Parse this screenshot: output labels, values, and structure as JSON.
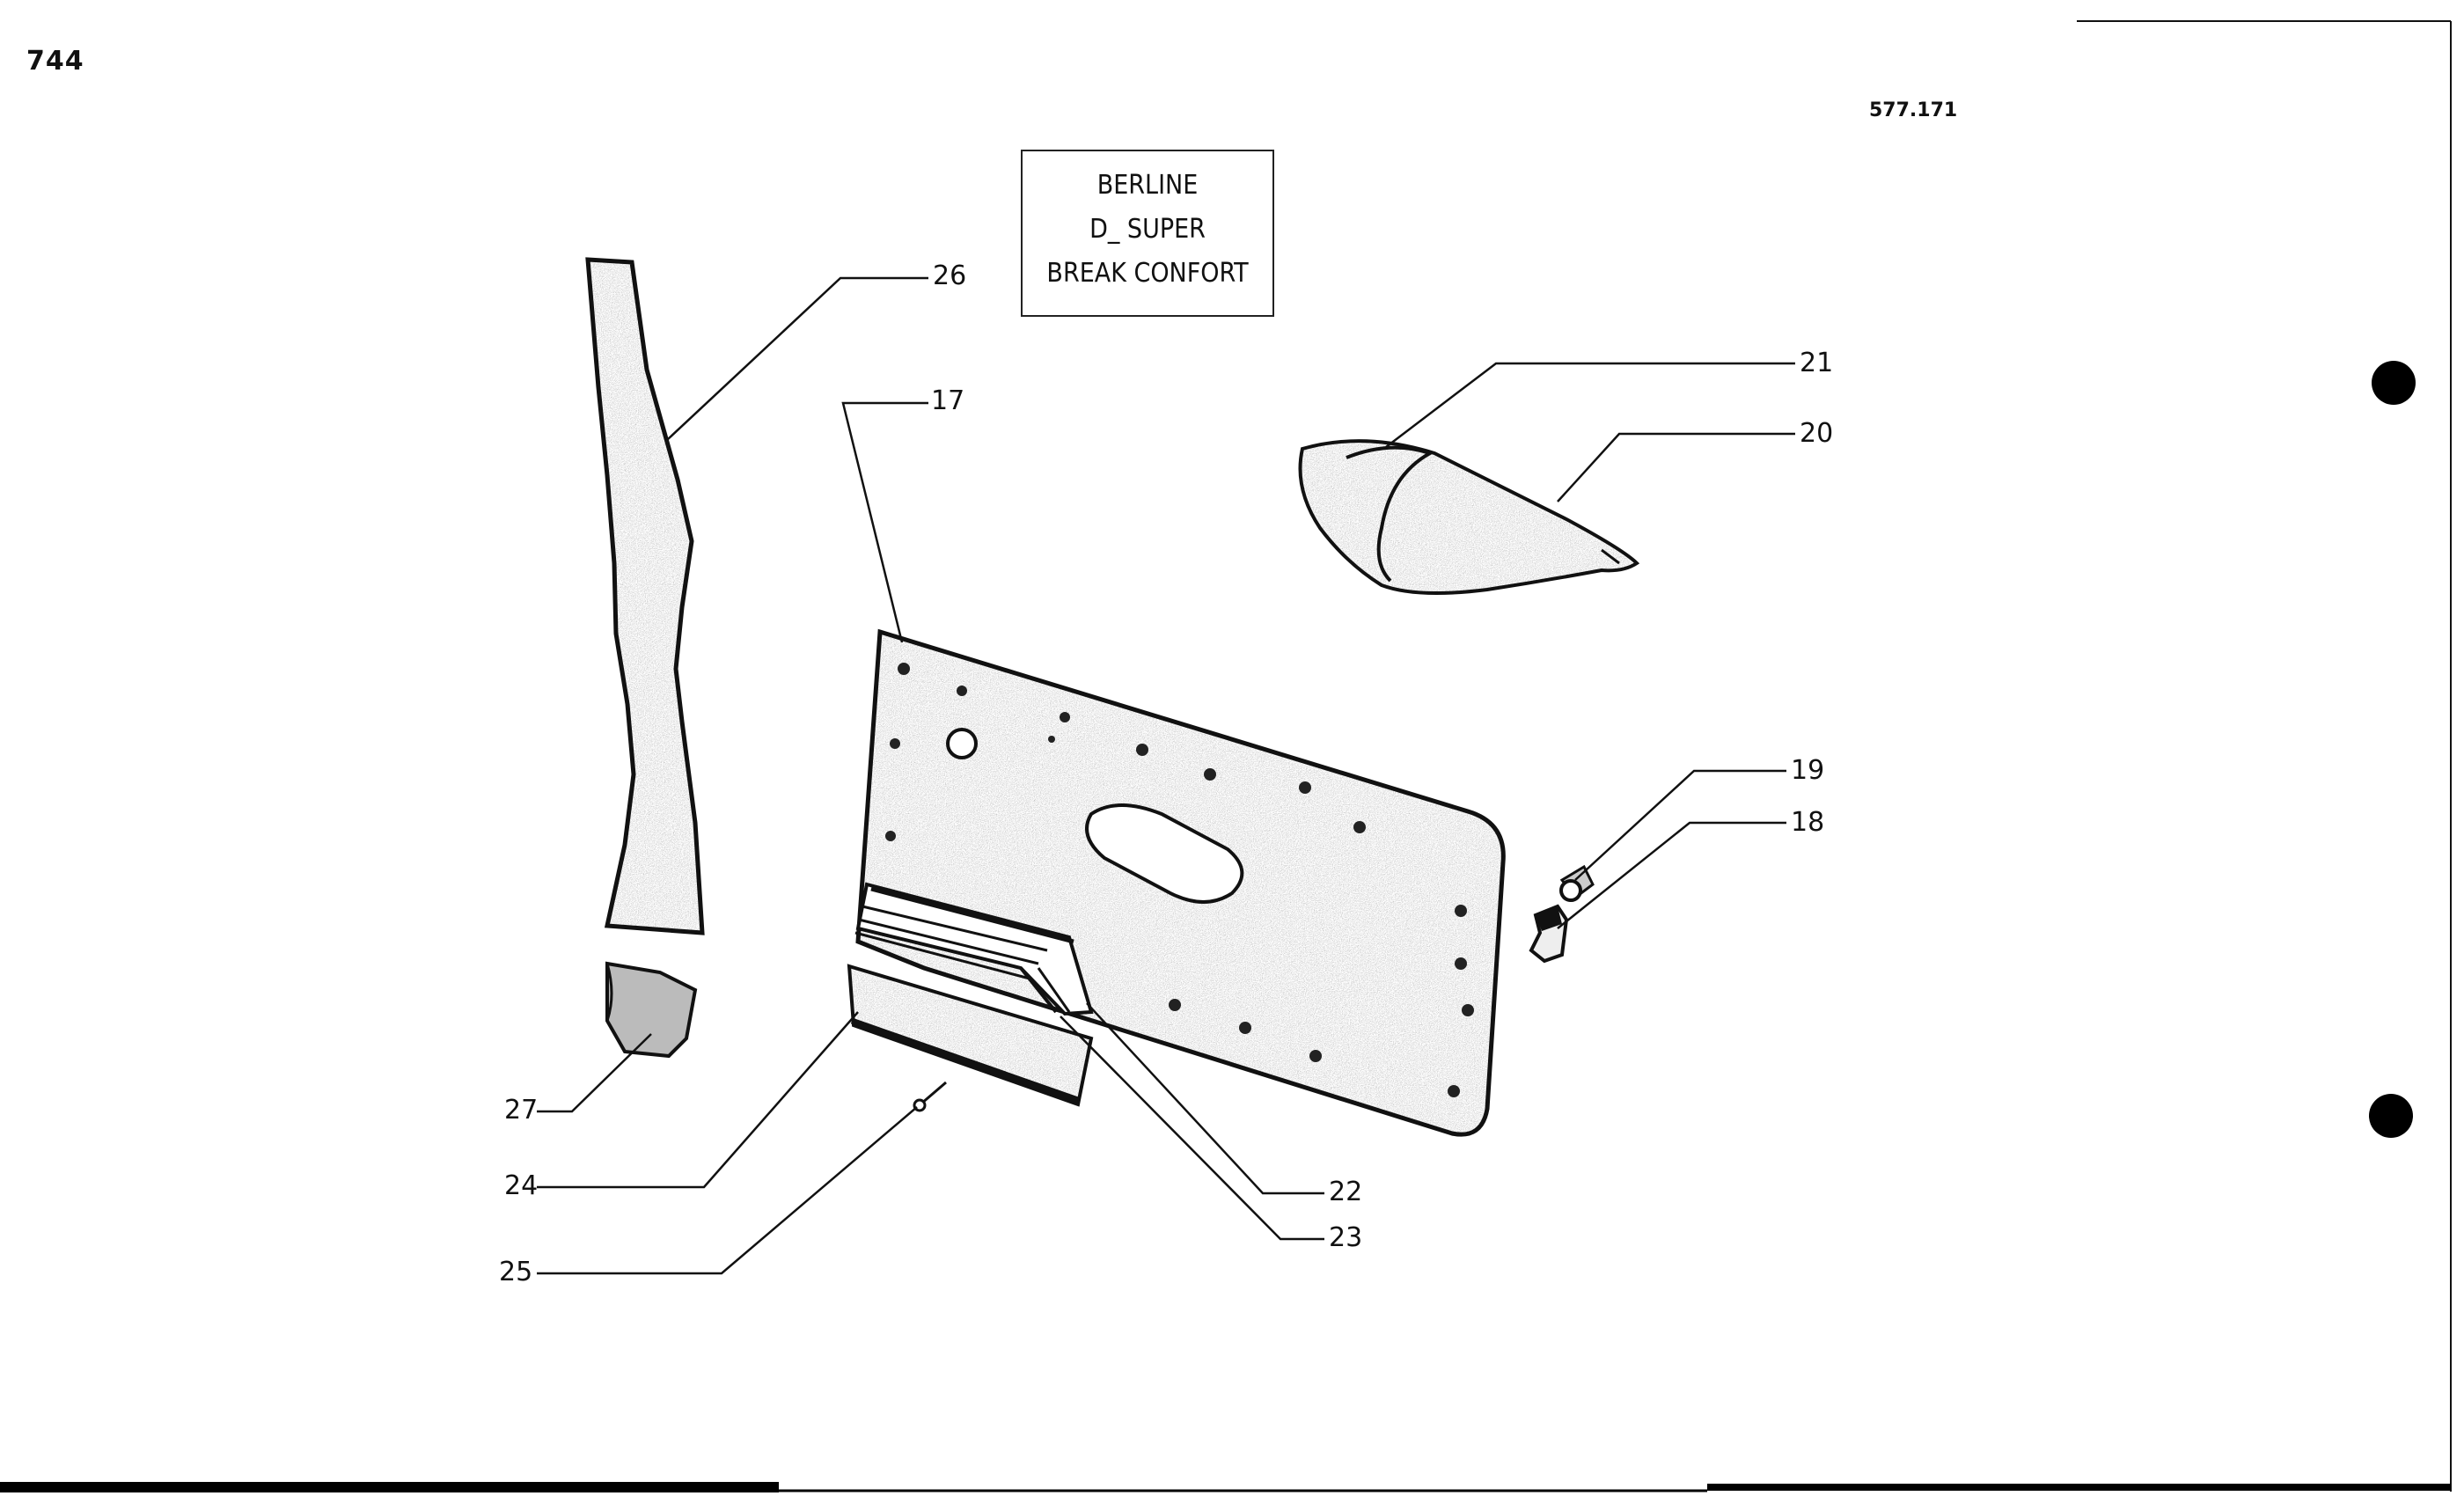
{
  "page_number": "744",
  "reference_code": "577.171",
  "model_box": {
    "lines": [
      "BERLINE",
      "D_ SUPER",
      "BREAK CONFORT"
    ]
  },
  "callouts": {
    "c17": "17",
    "c18": "18",
    "c19": "19",
    "c20": "20",
    "c21": "21",
    "c22": "22",
    "c23": "23",
    "c24": "24",
    "c25": "25",
    "c26": "26",
    "c27": "27"
  },
  "colors": {
    "ink": "#111111",
    "paper": "#ffffff",
    "speckle_fill": "#8e8e8e"
  }
}
